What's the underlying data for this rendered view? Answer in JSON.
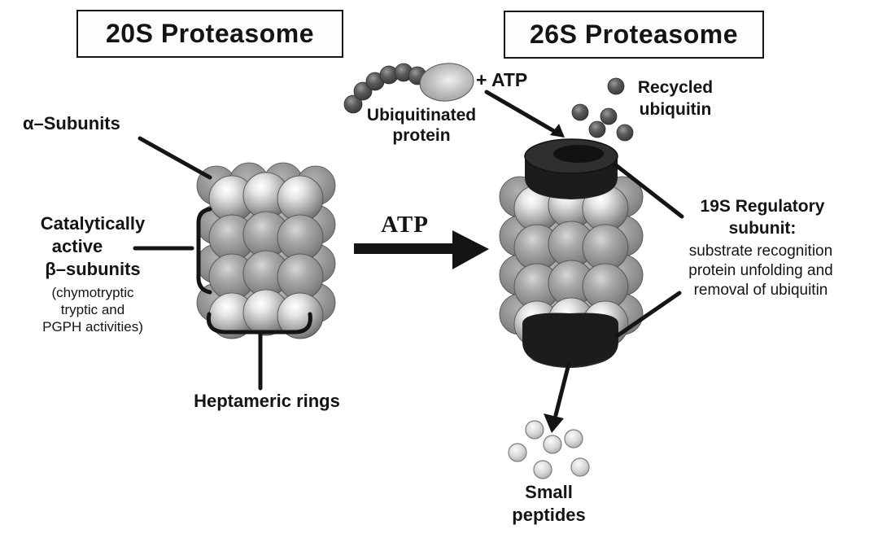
{
  "titles": {
    "left": "20S Proteasome",
    "right": "26S Proteasome"
  },
  "labels_20s": {
    "alpha": "α–Subunits",
    "catalytic_line1": "Catalytically",
    "catalytic_line2": "active",
    "catalytic_line3": "β–subunits",
    "catalytic_sub1": "(chymotryptic",
    "catalytic_sub2": "tryptic and",
    "catalytic_sub3": "PGPH activities)",
    "heptameric": "Heptameric rings"
  },
  "reaction": {
    "atp_arrow_label": "ATP"
  },
  "labels_26s": {
    "ubiquitinated_line1": "Ubiquitinated",
    "ubiquitinated_line2": "protein",
    "plus_atp": "+ ATP",
    "recycled_line1": "Recycled",
    "recycled_line2": "ubiquitin",
    "regulatory_title1": "19S Regulatory",
    "regulatory_title2": "subunit:",
    "regulatory_desc1": "substrate recognition",
    "regulatory_desc2": "protein unfolding and",
    "regulatory_desc3": "removal of ubiquitin",
    "peptides_line1": "Small",
    "peptides_line2": "peptides"
  },
  "colors": {
    "ink": "#141414",
    "cap_dark": "#1c1c1c",
    "sphere_light": "#c9c9c9",
    "sphere_mid": "#9b9b9b",
    "ubiquitin_dark": "#4a4a4a",
    "peptide_light": "#d8d8d8",
    "background": "#ffffff"
  }
}
